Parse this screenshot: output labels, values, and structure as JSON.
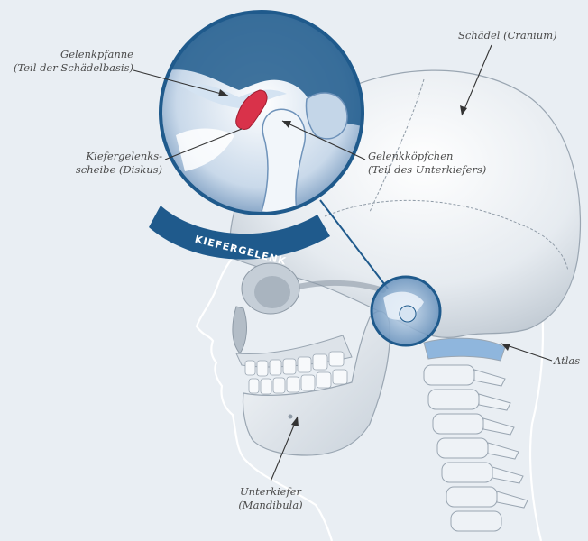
{
  "labels": {
    "gelenkpfanne": {
      "line1": "Gelenkpfanne",
      "line2": "(Teil der Schädelbasis)"
    },
    "diskus": {
      "line1": "Kiefergelenks-",
      "line2": "scheibe (Diskus)"
    },
    "gelenkkoepfchen": {
      "line1": "Gelenkköpfchen",
      "line2": "(Teil des Unterkiefers)"
    },
    "schaedel": {
      "line1": "Schädel (Cranium)"
    },
    "atlas": {
      "line1": "Atlas"
    },
    "unterkiefer": {
      "line1": "Unterkiefer",
      "line2": "(Mandibula)"
    }
  },
  "badge": {
    "text": "KIEFERGELENK"
  },
  "colors": {
    "background": "#e9eef3",
    "accent_blue": "#1f5a8c",
    "disc_red": "#d9324a",
    "bone": "#f4f6f8",
    "highlight_blue": "#8fb6dd"
  }
}
